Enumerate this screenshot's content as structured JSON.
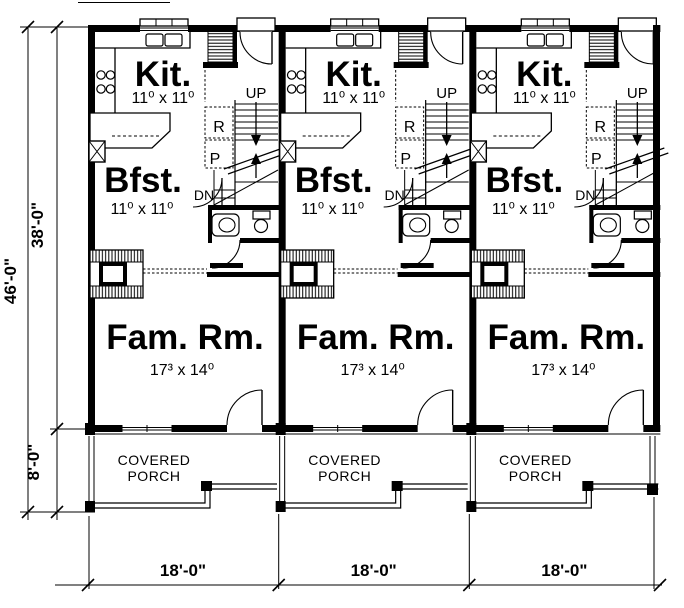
{
  "colors": {
    "background": "#ffffff",
    "ink": "#000000"
  },
  "dimension_labels": {
    "overall_depth": "46'-0\"",
    "main_depth": "38'-0\"",
    "porch_depth": "8'-0\""
  },
  "units": [
    {
      "kitchen_label": "Kit.",
      "kitchen_dims": "11⁰ x 11⁰",
      "breakfast_label": "Bfst.",
      "breakfast_dims": "11⁰ x 11⁰",
      "family_room_label": "Fam. Rm.",
      "family_room_dims": "17³ x 14⁰",
      "porch_label_line1": "COVERED",
      "porch_label_line2": "PORCH",
      "up_label": "UP",
      "down_label": "DN",
      "closet_r_label": "R",
      "closet_p_label": "P",
      "width_label": "18'-0\""
    },
    {
      "kitchen_label": "Kit.",
      "kitchen_dims": "11⁰ x 11⁰",
      "breakfast_label": "Bfst.",
      "breakfast_dims": "11⁰ x 11⁰",
      "family_room_label": "Fam. Rm.",
      "family_room_dims": "17³ x 14⁰",
      "porch_label_line1": "COVERED",
      "porch_label_line2": "PORCH",
      "up_label": "UP",
      "down_label": "DN",
      "closet_r_label": "R",
      "closet_p_label": "P",
      "width_label": "18'-0\""
    },
    {
      "kitchen_label": "Kit.",
      "kitchen_dims": "11⁰ x 11⁰",
      "breakfast_label": "Bfst.",
      "breakfast_dims": "11⁰ x 11⁰",
      "family_room_label": "Fam. Rm.",
      "family_room_dims": "17³ x 14⁰",
      "porch_label_line1": "COVERED",
      "porch_label_line2": "PORCH",
      "up_label": "UP",
      "down_label": "DN",
      "closet_r_label": "R",
      "closet_p_label": "P",
      "width_label": "18'-0\""
    }
  ]
}
